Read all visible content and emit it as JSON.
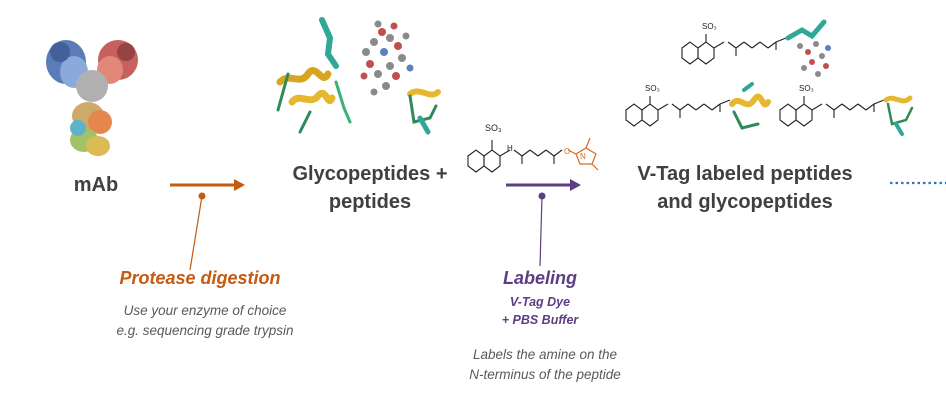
{
  "stages": {
    "mab": "mAb",
    "glyco_line1": "Glycopeptides +",
    "glyco_line2": "peptides",
    "vtag_line1": "V-Tag labeled peptides",
    "vtag_line2": "and glycopeptides"
  },
  "digestion": {
    "title": "Protease digestion",
    "note_line1": "Use your enzyme of choice",
    "note_line2": "e.g. sequencing grade trypsin"
  },
  "labeling": {
    "title": "Labeling",
    "sub_line1": "V-Tag Dye",
    "sub_line2": "+ PBS Buffer",
    "note_line1": "Labels the amine on the",
    "note_line2": "N-terminus of the peptide"
  },
  "chem": {
    "so3": "SO₃",
    "h": "H",
    "n": "N",
    "o": "O"
  },
  "colors": {
    "orange": "#c55a11",
    "purple": "#5b3e84",
    "blue": "#2e75b6",
    "text": "#404040"
  },
  "icons": [
    "antibody-structure-image",
    "peptide-ribbon-image",
    "v-tag-dye-structure",
    "labeled-peptide-structure"
  ]
}
